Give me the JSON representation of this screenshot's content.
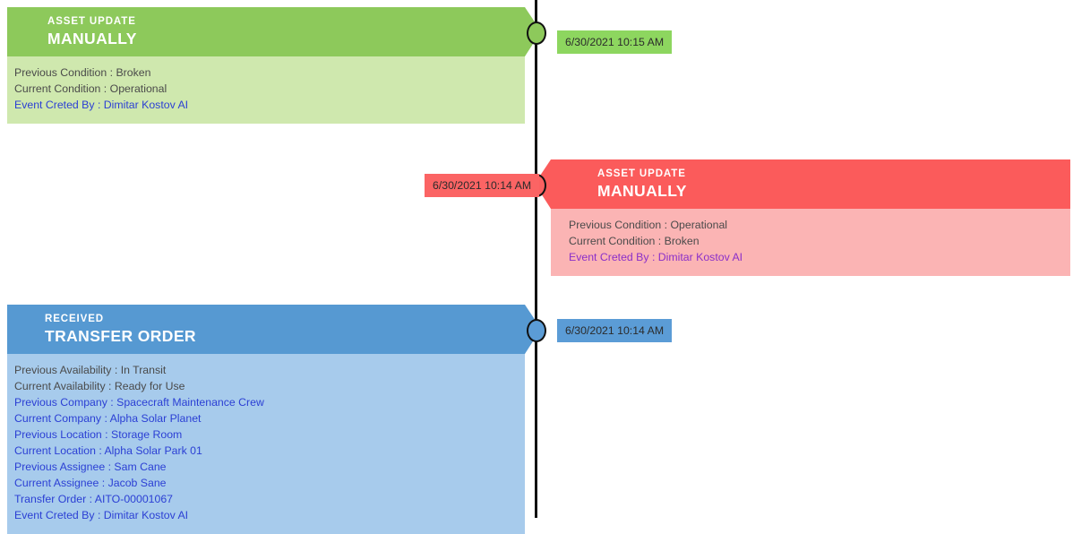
{
  "timeline": {
    "axis_color": "#111111",
    "events": [
      {
        "id": "event-asset-update-operational",
        "side": "left",
        "kicker": "ASSET UPDATE",
        "title": "MANUALLY",
        "date": "6/30/2021 10:15 AM",
        "header_color": "#8dc95b",
        "body_color": "#cfe8ae",
        "rows": [
          {
            "text": "Previous Condition : Broken",
            "style": "plain"
          },
          {
            "text": "Current Condition : Operational",
            "style": "plain"
          },
          {
            "text": "Event Creted By : Dimitar Kostov AI",
            "style": "link-blue"
          }
        ]
      },
      {
        "id": "event-asset-update-broken",
        "side": "right",
        "kicker": "ASSET UPDATE",
        "title": "MANUALLY",
        "date": "6/30/2021 10:14 AM",
        "header_color": "#fb5b5b",
        "body_color": "#fbb4b4",
        "rows": [
          {
            "text": "Previous Condition : Operational",
            "style": "plain"
          },
          {
            "text": "Current Condition : Broken",
            "style": "plain"
          },
          {
            "text": "Event Creted By : Dimitar Kostov AI",
            "style": "link-purple"
          }
        ]
      },
      {
        "id": "event-transfer-order",
        "side": "left",
        "kicker": "RECEIVED",
        "title": "TRANSFER ORDER",
        "date": "6/30/2021 10:14 AM",
        "header_color": "#5699d2",
        "body_color": "#a7cbec",
        "rows": [
          {
            "text": "Previous Availability : In Transit",
            "style": "plain"
          },
          {
            "text": "Current Availability : Ready for Use",
            "style": "plain"
          },
          {
            "text": "Previous Company : Spacecraft Maintenance Crew",
            "style": "link-blue"
          },
          {
            "text": "Current Company : Alpha Solar Planet",
            "style": "link-blue"
          },
          {
            "text": "Previous Location : Storage Room",
            "style": "link-blue"
          },
          {
            "text": "Current Location : Alpha Solar Park 01",
            "style": "link-blue"
          },
          {
            "text": "Previous Assignee : Sam Cane",
            "style": "link-blue"
          },
          {
            "text": "Current Assignee : Jacob Sane",
            "style": "link-blue"
          },
          {
            "text": "Transfer Order : AITO-00001067",
            "style": "link-blue"
          },
          {
            "text": "Event Creted By : Dimitar Kostov AI",
            "style": "link-blue"
          }
        ]
      }
    ]
  }
}
